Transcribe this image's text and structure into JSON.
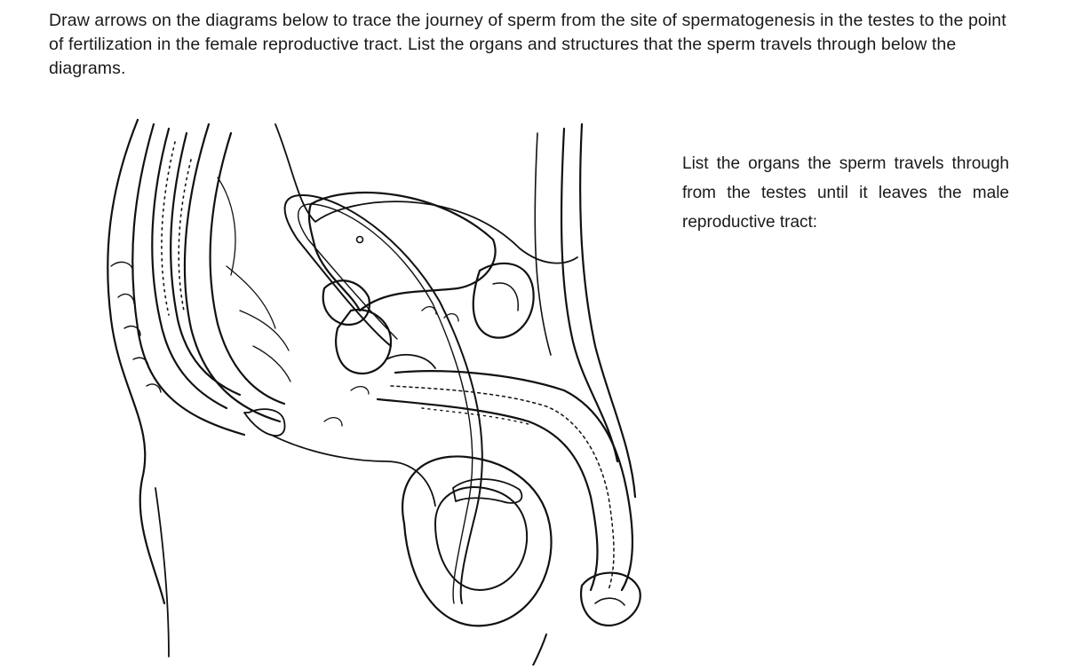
{
  "instructions": "Draw arrows on the diagrams below to trace the journey of sperm from the site of spermatogenesis in the testes to the point of fertilization in the female reproductive tract. List the organs and structures that the sperm travels through below the diagrams.",
  "list_prompt": "List the organs the sperm travels through from the testes until it leaves the male reproductive tract:",
  "diagram": {
    "subject": "male-reproductive-system-sagittal-section",
    "labels": []
  }
}
